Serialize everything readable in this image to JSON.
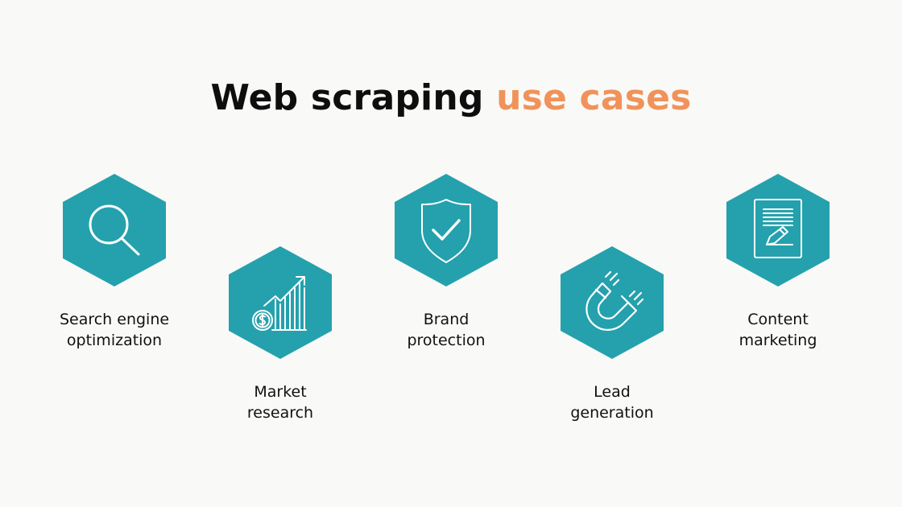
{
  "title": {
    "main": "Web scraping ",
    "accent": "use cases"
  },
  "colors": {
    "hex_fill": "#24a1ad",
    "accent": "#f0935a",
    "background": "#f9f9f7",
    "text": "#111111"
  },
  "items": [
    {
      "line1": "Search engine",
      "line2": "optimization",
      "icon": "magnifier-icon"
    },
    {
      "line1": "Market",
      "line2": "research",
      "icon": "growth-chart-dollar-icon"
    },
    {
      "line1": "Brand",
      "line2": "protection",
      "icon": "shield-check-icon"
    },
    {
      "line1": "Lead",
      "line2": "generation",
      "icon": "magnet-icon"
    },
    {
      "line1": "Content",
      "line2": "marketing",
      "icon": "document-pencil-icon"
    }
  ]
}
